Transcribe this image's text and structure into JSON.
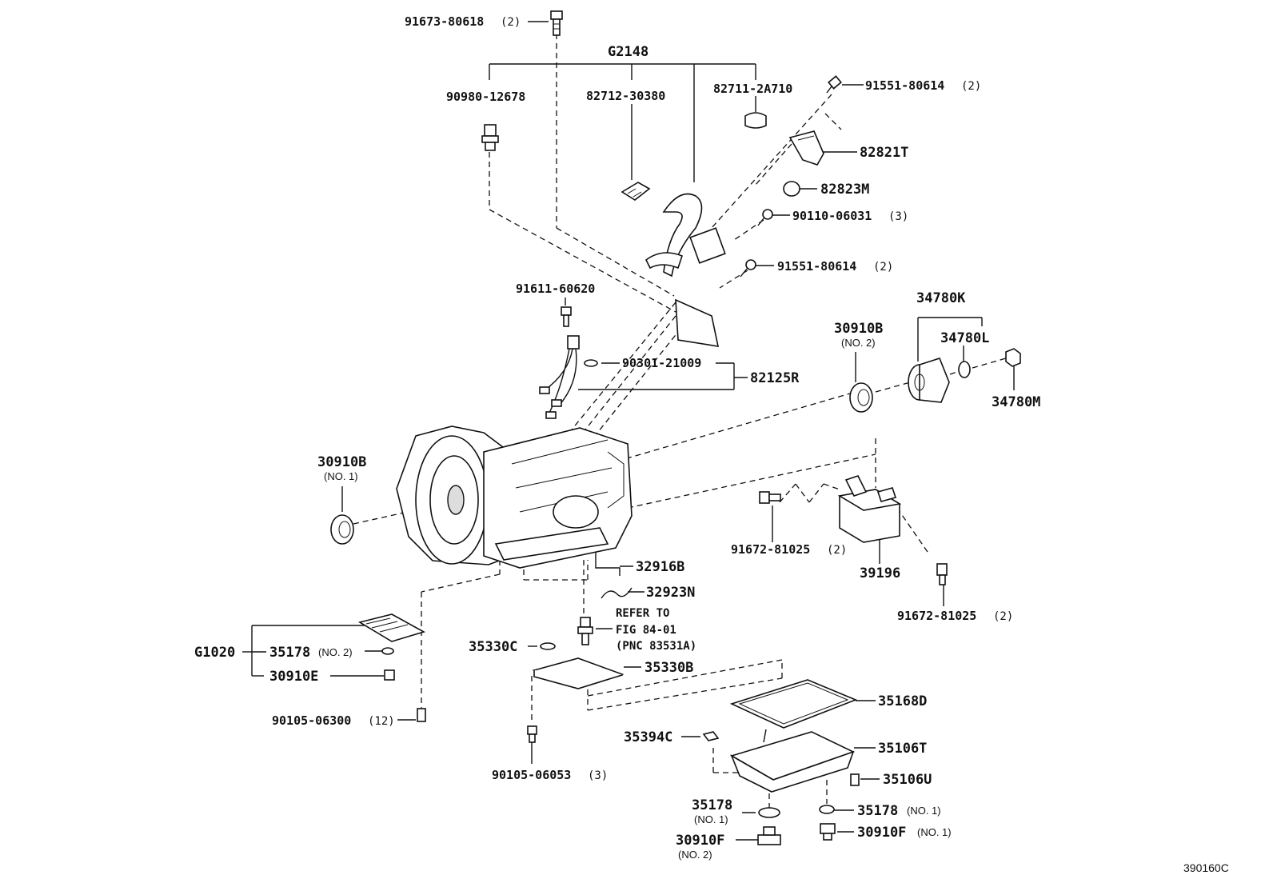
{
  "labels": {
    "p91673_80618": "91673-80618",
    "p91673_80618_qty": "(2)",
    "pG2148": "G2148",
    "p90980_12678": "90980-12678",
    "p82712_30380": "82712-30380",
    "p82711_2A710": "82711-2A710",
    "p91551_80614_a": "91551-80614",
    "p91551_80614_a_qty": "(2)",
    "p82821T": "82821T",
    "p82823M": "82823M",
    "p90110_06031": "90110-06031",
    "p90110_06031_qty": "(3)",
    "p91551_80614_b": "91551-80614",
    "p91551_80614_b_qty": "(2)",
    "p91611_60620": "91611-60620",
    "p90301_21009": "90301-21009",
    "p82125R": "82125R",
    "p34780K": "34780K",
    "p30910B_top": "30910B",
    "p30910B_top_note": "(NO. 2)",
    "p34780L": "34780L",
    "p34780M": "34780M",
    "p30910B_left": "30910B",
    "p30910B_left_note": "(NO. 1)",
    "p91672_81025_a": "91672-81025",
    "p91672_81025_a_qty": "(2)",
    "p39196": "39196",
    "p91672_81025_b": "91672-81025",
    "p91672_81025_b_qty": "(2)",
    "p32916B": "32916B",
    "p32923N": "32923N",
    "refer_line1": "REFER TO",
    "refer_line2": "FIG 84-01",
    "refer_line3": "(PNC 83531A)",
    "pG1020": "G1020",
    "p35178_g": "35178",
    "p35178_g_note": "(NO. 2)",
    "p30910E": "30910E",
    "p35330C": "35330C",
    "p35330B": "35330B",
    "p90105_06300": "90105-06300",
    "p90105_06300_qty": "(12)",
    "p35168D": "35168D",
    "p35394C": "35394C",
    "p35106T": "35106T",
    "p35106U": "35106U",
    "p90105_06053": "90105-06053",
    "p90105_06053_qty": "(3)",
    "p35178_b": "35178",
    "p35178_b_note": "(NO. 1)",
    "p35178_r": "35178",
    "p35178_r_note": "(NO. 1)",
    "p30910F_b": "30910F",
    "p30910F_b_note": "(NO. 2)",
    "p30910F_r": "30910F",
    "p30910F_r_note": "(NO. 1)",
    "figure_code": "390160C"
  }
}
